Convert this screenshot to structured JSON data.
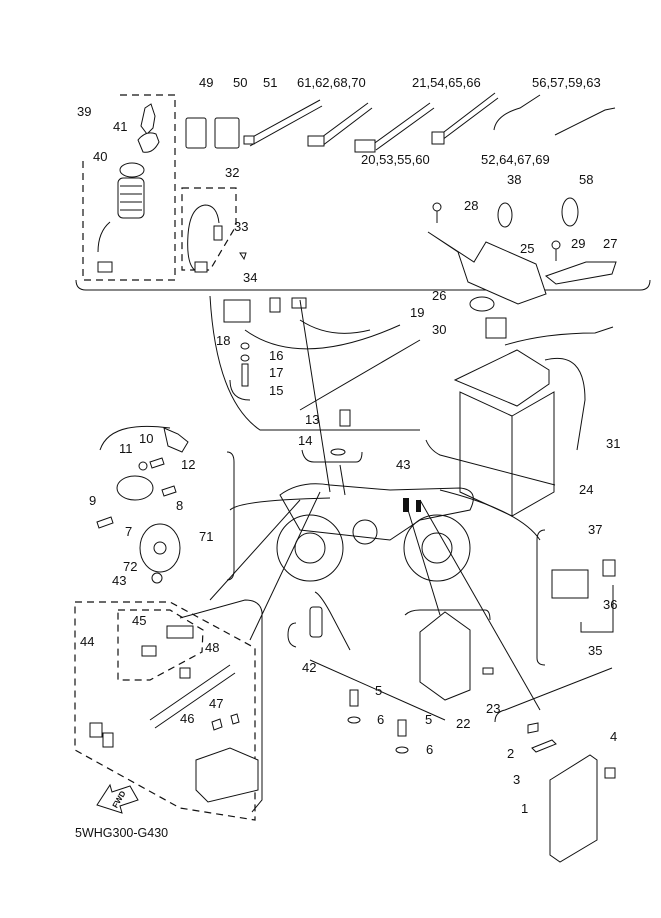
{
  "diagram": {
    "title_code": "5WHG300-G430",
    "fwd_label": "FWD",
    "callouts": [
      {
        "id": "c49",
        "text": "49"
      },
      {
        "id": "c50",
        "text": "50"
      },
      {
        "id": "c51",
        "text": "51"
      },
      {
        "id": "c61",
        "text": "61,62,68,70"
      },
      {
        "id": "c21",
        "text": "21,54,65,66"
      },
      {
        "id": "c56",
        "text": "56,57,59,63"
      },
      {
        "id": "c20",
        "text": "20,53,55,60"
      },
      {
        "id": "c52",
        "text": "52,64,67,69"
      },
      {
        "id": "c39",
        "text": "39"
      },
      {
        "id": "c41",
        "text": "41"
      },
      {
        "id": "c40",
        "text": "40"
      },
      {
        "id": "c32",
        "text": "32"
      },
      {
        "id": "c33",
        "text": "33"
      },
      {
        "id": "c34",
        "text": "34"
      },
      {
        "id": "c38",
        "text": "38"
      },
      {
        "id": "c58",
        "text": "58"
      },
      {
        "id": "c28",
        "text": "28"
      },
      {
        "id": "c25",
        "text": "25"
      },
      {
        "id": "c29",
        "text": "29"
      },
      {
        "id": "c27",
        "text": "27"
      },
      {
        "id": "c26",
        "text": "26"
      },
      {
        "id": "c30",
        "text": "30"
      },
      {
        "id": "c31",
        "text": "31"
      },
      {
        "id": "c24",
        "text": "24"
      },
      {
        "id": "c19",
        "text": "19"
      },
      {
        "id": "c18",
        "text": "18"
      },
      {
        "id": "c16",
        "text": "16"
      },
      {
        "id": "c17",
        "text": "17"
      },
      {
        "id": "c15",
        "text": "15"
      },
      {
        "id": "c13",
        "text": "13"
      },
      {
        "id": "c14",
        "text": "14"
      },
      {
        "id": "c43a",
        "text": "43"
      },
      {
        "id": "c10",
        "text": "10"
      },
      {
        "id": "c11",
        "text": "11"
      },
      {
        "id": "c12",
        "text": "12"
      },
      {
        "id": "c8",
        "text": "8"
      },
      {
        "id": "c9",
        "text": "9"
      },
      {
        "id": "c7",
        "text": "7"
      },
      {
        "id": "c71",
        "text": "71"
      },
      {
        "id": "c72",
        "text": "72"
      },
      {
        "id": "c43b",
        "text": "43"
      },
      {
        "id": "c44",
        "text": "44"
      },
      {
        "id": "c45",
        "text": "45"
      },
      {
        "id": "c48",
        "text": "48"
      },
      {
        "id": "c47",
        "text": "47"
      },
      {
        "id": "c46",
        "text": "46"
      },
      {
        "id": "c42",
        "text": "42"
      },
      {
        "id": "c5a",
        "text": "5"
      },
      {
        "id": "c6a",
        "text": "6"
      },
      {
        "id": "c5b",
        "text": "5"
      },
      {
        "id": "c6b",
        "text": "6"
      },
      {
        "id": "c22",
        "text": "22"
      },
      {
        "id": "c23",
        "text": "23"
      },
      {
        "id": "c37",
        "text": "37"
      },
      {
        "id": "c36",
        "text": "36"
      },
      {
        "id": "c35",
        "text": "35"
      },
      {
        "id": "c2",
        "text": "2"
      },
      {
        "id": "c3",
        "text": "3"
      },
      {
        "id": "c4",
        "text": "4"
      },
      {
        "id": "c1",
        "text": "1"
      }
    ]
  }
}
